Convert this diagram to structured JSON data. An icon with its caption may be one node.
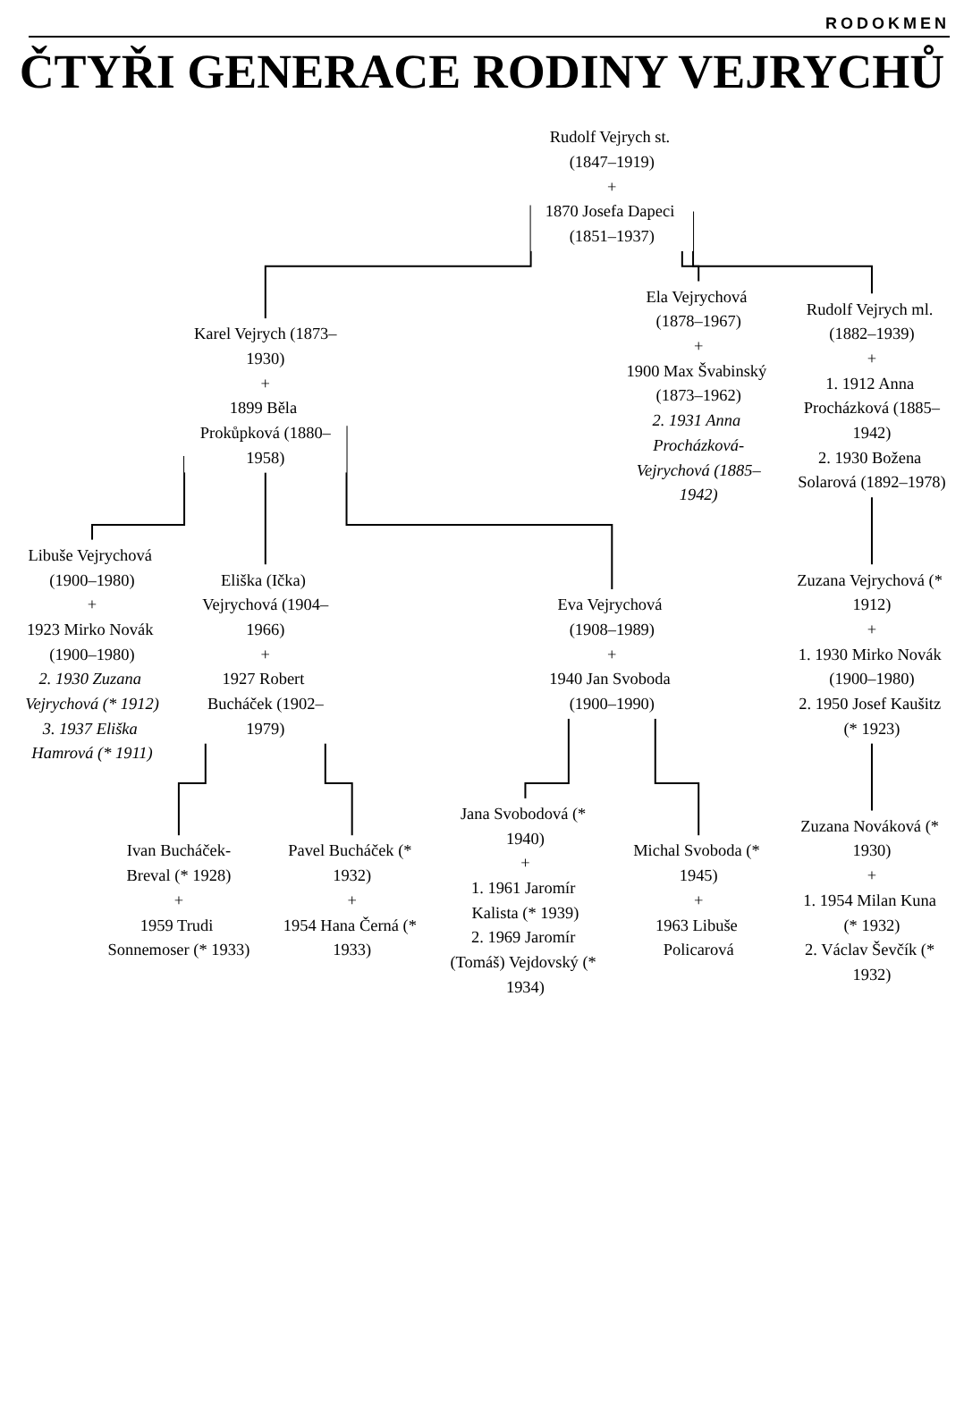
{
  "diagram": {
    "title": "ČTYŘI GENERACE RODINY VEJRYCHŮ",
    "nodes": [
      {
        "text": [
          "Rudolf Vejrych st. (1847–1919)",
          "+",
          "1870 Josefa Dapeci (1851–1937)"
        ]
      },
      {
        "text": [
          "Karel Vejrych (1873–1930)",
          "+",
          "1899 Běla Prokůpková (1880–1958)"
        ]
      },
      {
        "text": [
          "Ela Vejrychová (1878–1967)",
          "+",
          "1900 Max Švabinský (1873–1962)",
          "2. 1931 Anna Procházková-Vejrychová (1885–1942)"
        ]
      },
      {
        "text": [
          "Rudolf Vejrych ml. (1882–1939)",
          "+",
          "1. 1912 Anna Procházková (1885–1942)",
          "2. 1930 Božena Solarová (1892–1978)"
        ]
      },
      {
        "text": [
          "Libuše Vejrychová (1900–1980)",
          "+",
          "1923 Mirko Novák (1900–1980)",
          "2. 1930 Zuzana Vejrychová (* 1912)",
          "3. 1937 Eliška Hamrová (* 1911)"
        ]
      },
      {
        "text": [
          "Eliška (Ička) Vejrychová (1904–1966)",
          "+",
          "1927 Robert Bucháček (1902–1979)"
        ]
      },
      {
        "text": [
          "Eva Vejrychová (1908–1989)",
          "+",
          "1940 Jan Svoboda (1900–1990)"
        ]
      },
      {
        "text": [
          "Zuzana Vejrychová (* 1912)",
          "+",
          "1. 1930 Mirko Novák (1900–1980)",
          "2. 1950 Josef Kaušitz (* 1923)"
        ]
      },
      {
        "text": [
          "Ivan Bucháček-Breval (* 1928)",
          "+",
          "1959 Trudi Sonnemoser (* 1933)"
        ]
      },
      {
        "text": [
          "Pavel Bucháček (* 1932)",
          "+",
          "1954 Hana Černá (* 1933)"
        ]
      },
      {
        "text": [
          "Jana Svobodová (* 1940)",
          "+",
          "1. 1961 Jaromír Kalista (* 1939)",
          "2. 1969 Jaromír (Tomáš) Vejdovský (* 1934)"
        ]
      },
      {
        "text": [
          "Michal Svoboda (* 1945)",
          "+",
          "1963 Libuše Policarová"
        ]
      },
      {
        "text": [
          "Zuzana Nováková (* 1930)",
          "+",
          "1. 1954 Milan Kuna (* 1932)",
          "2. Václav Ševčík (* 1932)"
        ]
      }
    ],
    "edges": [
      {
        "from": 0,
        "to": 1,
        "arrow": "none"
      },
      {
        "from": 0,
        "to": 2,
        "arrow": "none"
      },
      {
        "from": 0,
        "to": 3,
        "arrow": "none"
      },
      {
        "from": 1,
        "to": 4,
        "arrow": "none"
      },
      {
        "from": 1,
        "to": 5,
        "arrow": "none"
      },
      {
        "from": 1,
        "to": 6,
        "arrow": "none"
      },
      {
        "from": 3,
        "to": 7,
        "arrow": "none"
      },
      {
        "from": 5,
        "to": 8,
        "arrow": "none"
      },
      {
        "from": 5,
        "to": 9,
        "arrow": "none"
      },
      {
        "from": 6,
        "to": 10,
        "arrow": "none"
      },
      {
        "from": 6,
        "to": 11,
        "arrow": "none"
      },
      {
        "from": 7,
        "to": 12,
        "arrow": "none"
      }
    ],
    "labels": [
      "RODOKMEN"
    ]
  }
}
